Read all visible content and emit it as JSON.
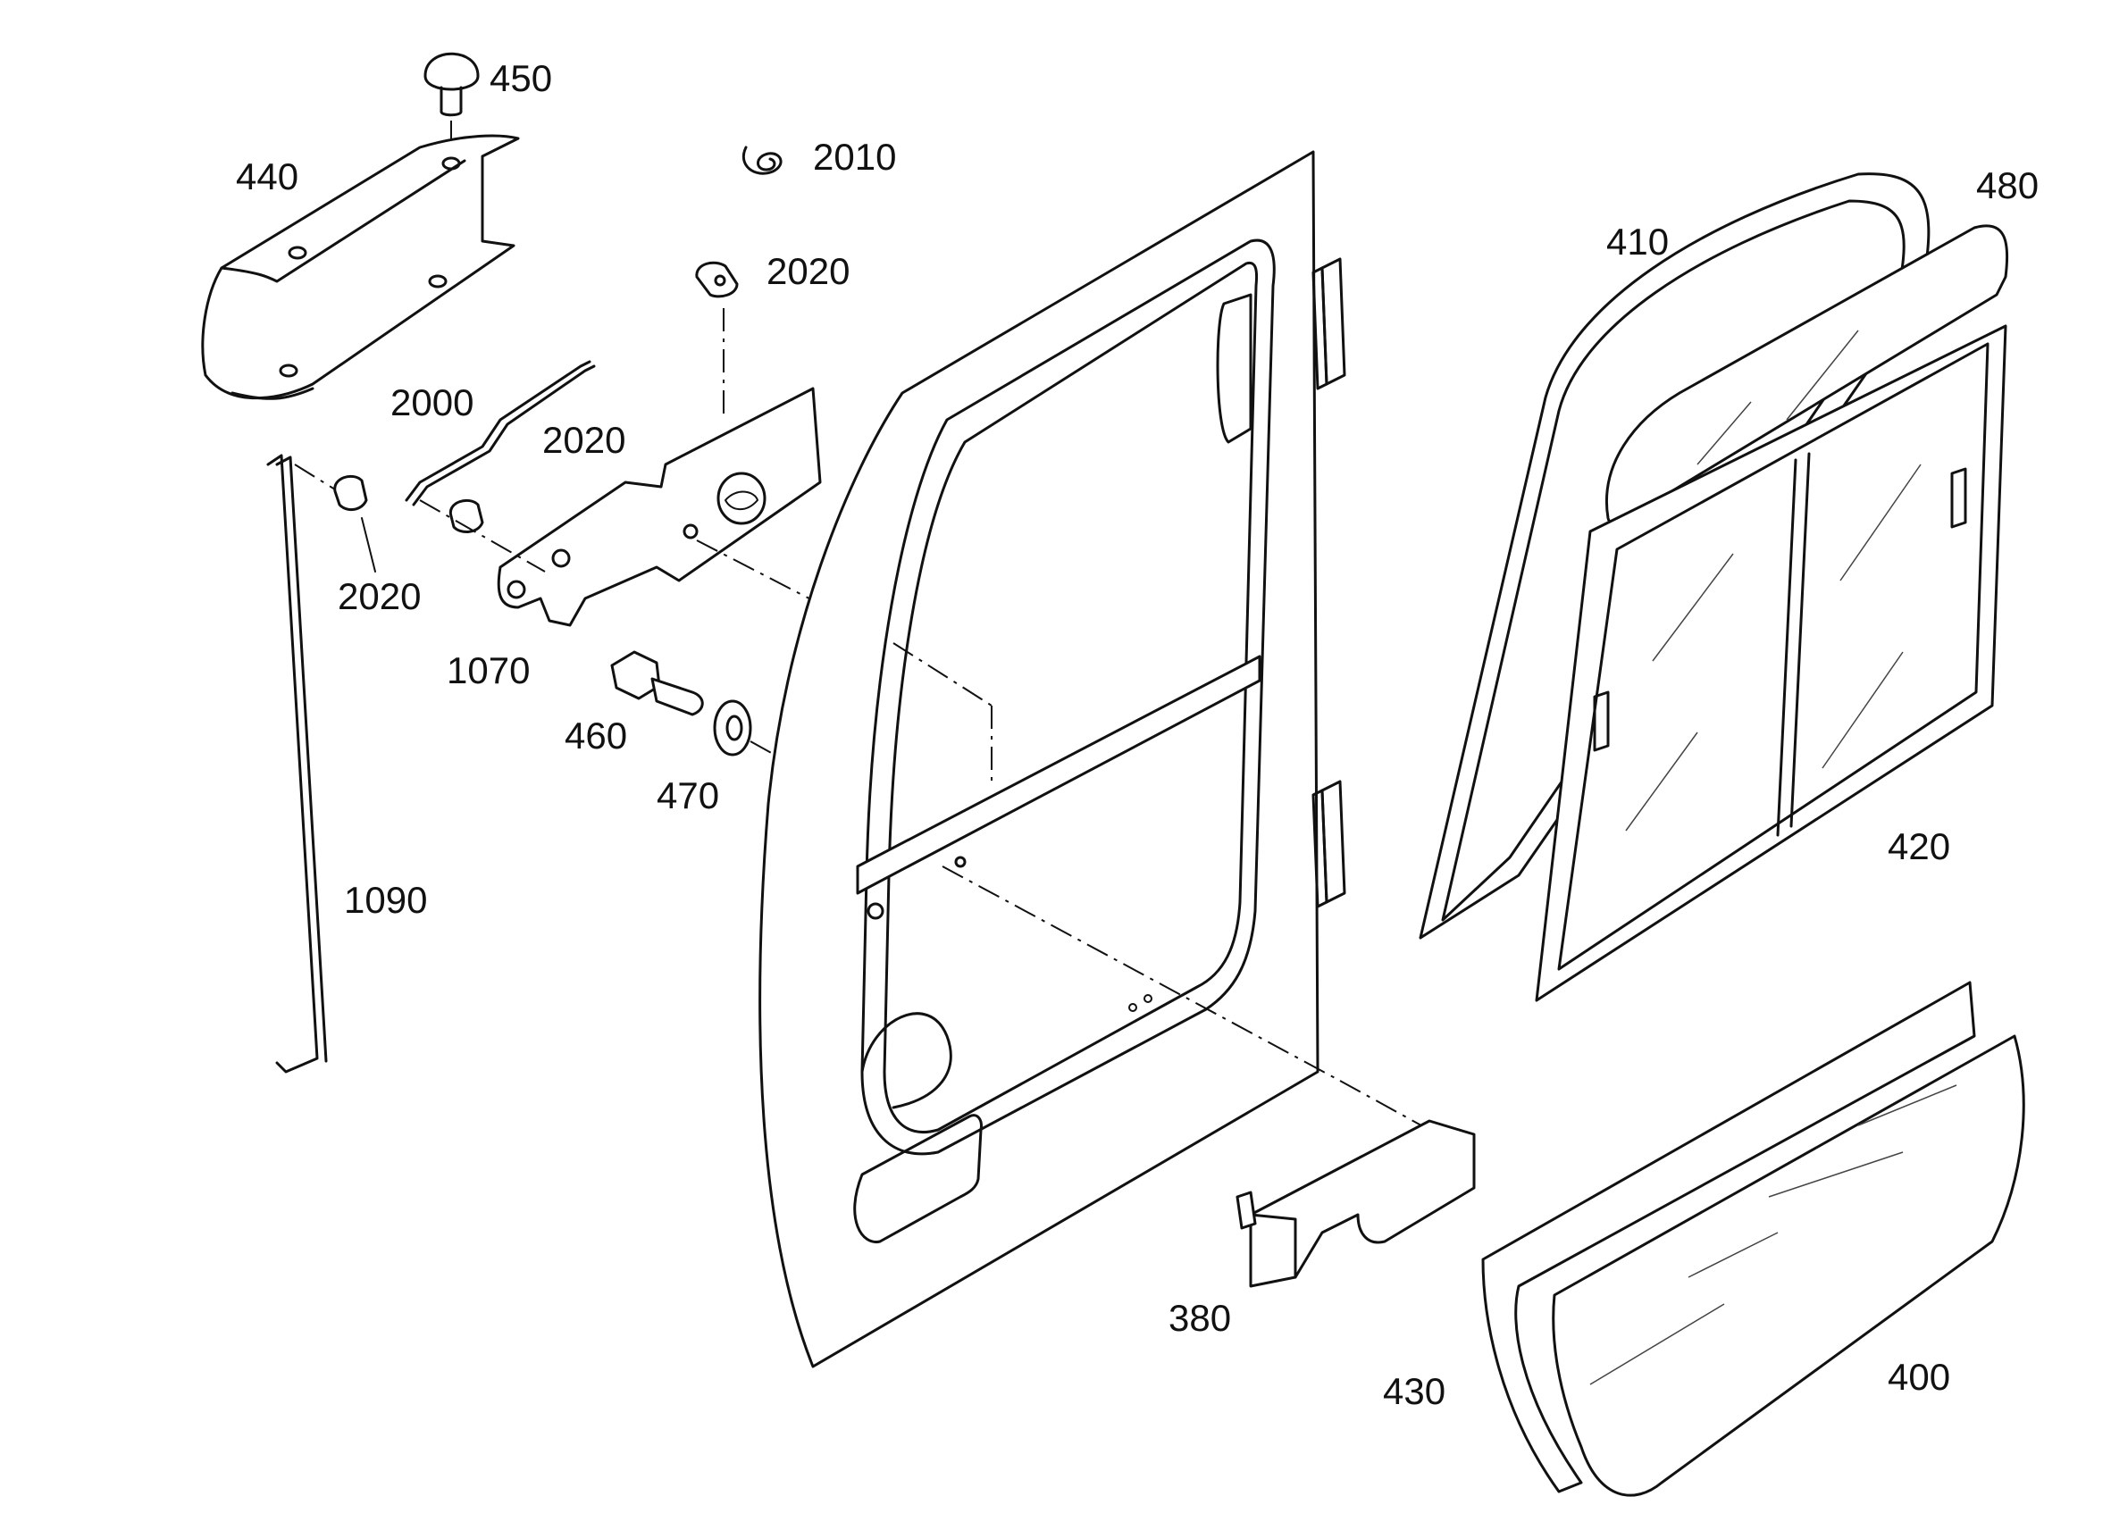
{
  "callouts": [
    {
      "id": "c450",
      "text": "450"
    },
    {
      "id": "c440",
      "text": "440"
    },
    {
      "id": "c2010",
      "text": "2010"
    },
    {
      "id": "c2020a",
      "text": "2020"
    },
    {
      "id": "c2000",
      "text": "2000"
    },
    {
      "id": "c2020b",
      "text": "2020"
    },
    {
      "id": "c2020c",
      "text": "2020"
    },
    {
      "id": "c1070",
      "text": "1070"
    },
    {
      "id": "c460",
      "text": "460"
    },
    {
      "id": "c470",
      "text": "470"
    },
    {
      "id": "c1090",
      "text": "1090"
    },
    {
      "id": "c410",
      "text": "410"
    },
    {
      "id": "c480",
      "text": "480"
    },
    {
      "id": "c420",
      "text": "420"
    },
    {
      "id": "c380",
      "text": "380"
    },
    {
      "id": "c430",
      "text": "430"
    },
    {
      "id": "c400",
      "text": "400"
    }
  ]
}
